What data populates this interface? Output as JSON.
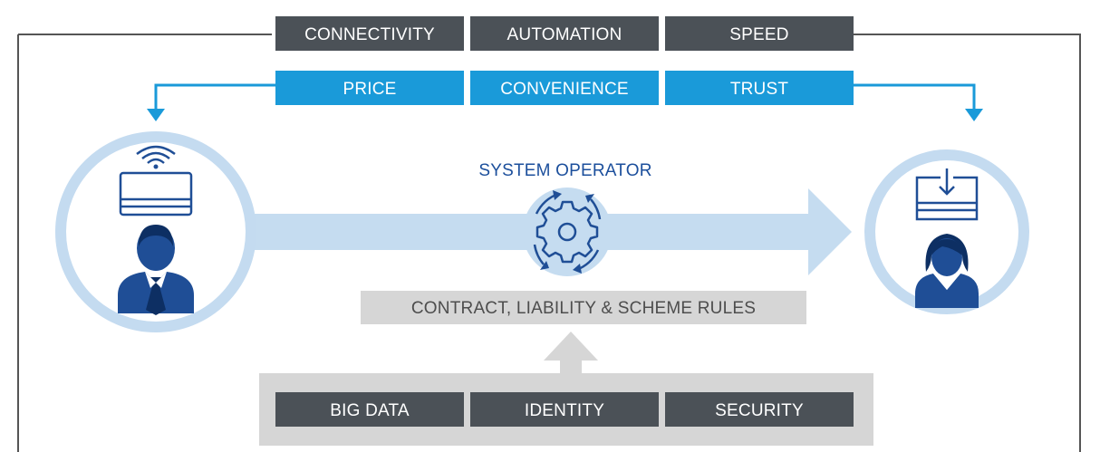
{
  "top_bar": [
    "CONNECTIVITY",
    "AUTOMATION",
    "SPEED"
  ],
  "value_bar": [
    "PRICE",
    "CONVENIENCE",
    "TRUST"
  ],
  "system_operator": "SYSTEM OPERATOR",
  "rules_bar": "CONTRACT, LIABILITY & SCHEME RULES",
  "foundation_bar": [
    "BIG DATA",
    "IDENTITY",
    "SECURITY"
  ],
  "colors": {
    "dark_box": "#4b5157",
    "accent_blue": "#1a9ad9",
    "light_blue": "#c5dcf0",
    "circle_ring": "#c4dbf0",
    "navy": "#1f4e96",
    "grey_box": "#d6d6d6",
    "frame_line": "#555555"
  },
  "icons": {
    "left_person": "businessman-icon",
    "left_card": "contactless-card-icon",
    "right_person": "businesswoman-icon",
    "right_card": "card-download-icon",
    "operator": "rotating-gear-icon"
  }
}
